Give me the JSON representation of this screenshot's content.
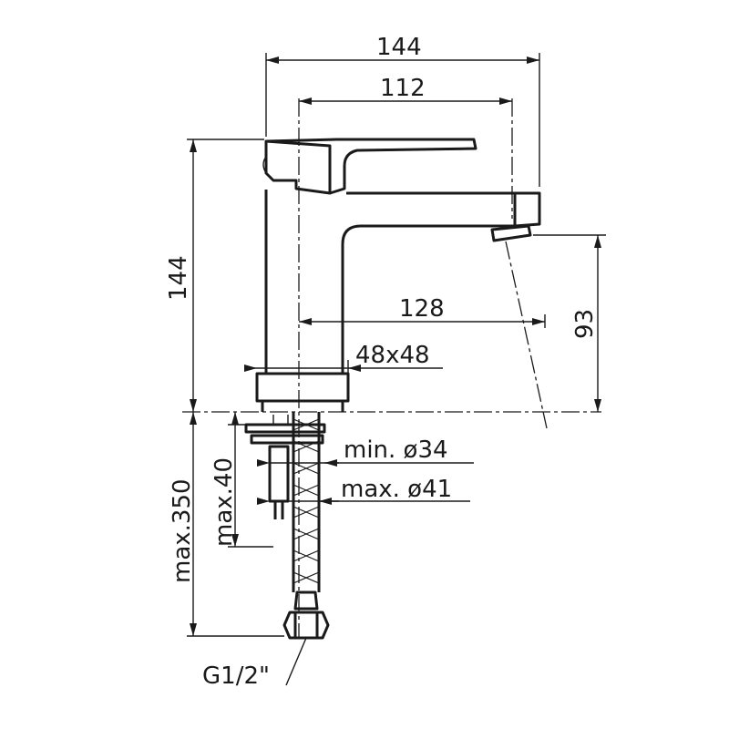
{
  "dimensions": {
    "total_width": "144",
    "spout_reach": "112",
    "total_height": "144",
    "base_to_outlet": "128",
    "outlet_height": "93",
    "base_size": "48x48",
    "min_hole": "min. ø34",
    "max_hole": "max. ø41",
    "max_deck": "max.40",
    "max_hose": "max.350",
    "connection": "G1/2\""
  }
}
